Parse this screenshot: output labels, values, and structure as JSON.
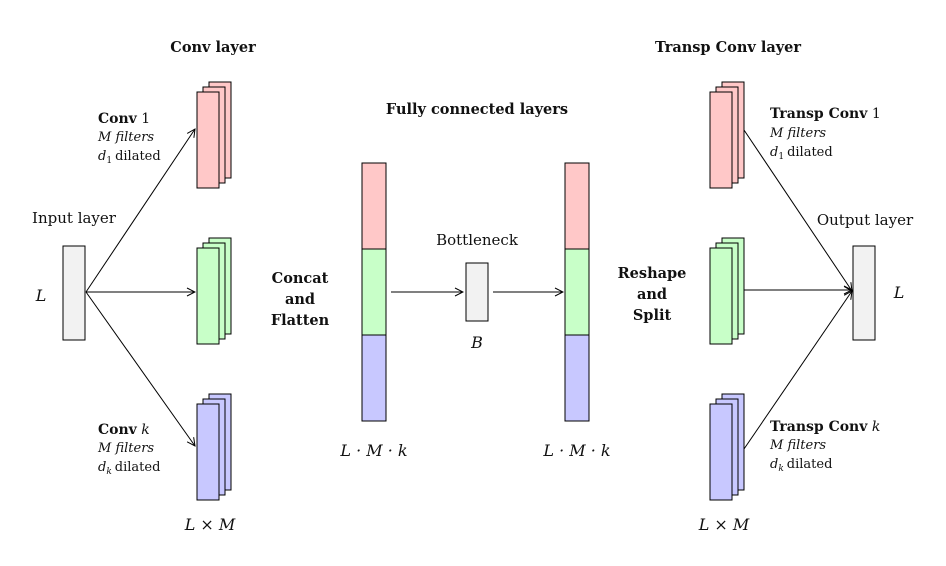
{
  "headings": {
    "conv_layer": "Conv layer",
    "fully_connected": "Fully connected layers",
    "transp_conv_layer": "Transp Conv layer"
  },
  "input_layer": {
    "label": "Input layer",
    "size": "L"
  },
  "output_layer": {
    "label": "Output layer",
    "size": "L"
  },
  "conv1": {
    "title": "Conv",
    "index": "1",
    "filters": "M filters",
    "dilation_sym": "d",
    "dilation_sub": "1",
    "dilation_word": "dilated"
  },
  "convk": {
    "title": "Conv",
    "index": "k",
    "filters": "M filters",
    "dilation_sym": "d",
    "dilation_sub": "k",
    "dilation_word": "dilated"
  },
  "tconv1": {
    "title": "Transp Conv",
    "index": "1",
    "filters": "M filters",
    "dilation_sym": "d",
    "dilation_sub": "1",
    "dilation_word": "dilated"
  },
  "tconvk": {
    "title": "Transp Conv",
    "index": "k",
    "filters": "M filters",
    "dilation_sym": "d",
    "dilation_sub": "k",
    "dilation_word": "dilated"
  },
  "concat": [
    "Concat",
    "and",
    "Flatten"
  ],
  "reshape": [
    "Reshape",
    "and",
    "Split"
  ],
  "bottleneck": {
    "label": "Bottleneck",
    "size": "B"
  },
  "dims": {
    "conv_out": "L × M",
    "flat_in": "L · M · k",
    "flat_out": "L · M · k",
    "tconv_in": "L × M"
  },
  "colors": {
    "red": "#ffc8c8",
    "green": "#c8ffc8",
    "blue": "#c8c8ff",
    "gray": "#f2f2f2",
    "stroke": "#000000"
  }
}
